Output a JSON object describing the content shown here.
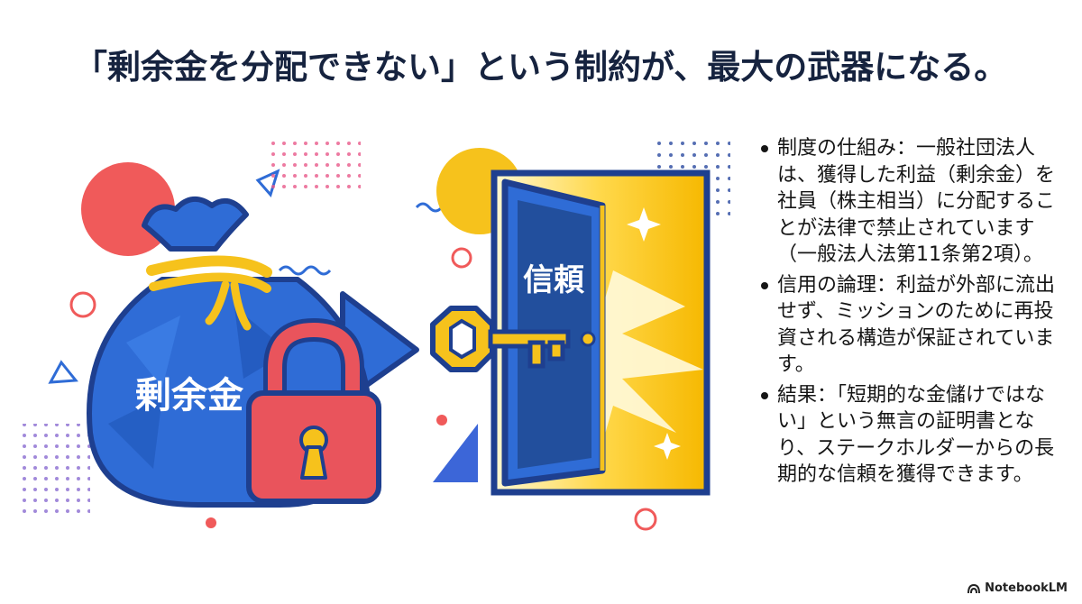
{
  "slide": {
    "title": "「剰余金を分配できない」という制約が、最大の武器になる。"
  },
  "illustration": {
    "bag_label": "剰余金",
    "door_label": "信頼",
    "colors": {
      "navy": "#1e3f8f",
      "blue": "#2f6cd6",
      "yellow": "#f6c21c",
      "red": "#f05a5a",
      "lock_red": "#e9545c"
    }
  },
  "bullets": [
    "制度の仕組み：一般社団法人は、獲得した利益（剰余金）を社員（株主相当）に分配することが法律で禁止されています（一般法人法第11条第2項）。",
    "信用の論理：利益が外部に流出せず、ミッションのために再投資される構造が保証されています。",
    "結果：「短期的な金儲けではない」という無言の証明書となり、ステークホルダーからの長期的な信頼を獲得できます。"
  ],
  "footer": {
    "brand": "NotebookLM"
  }
}
